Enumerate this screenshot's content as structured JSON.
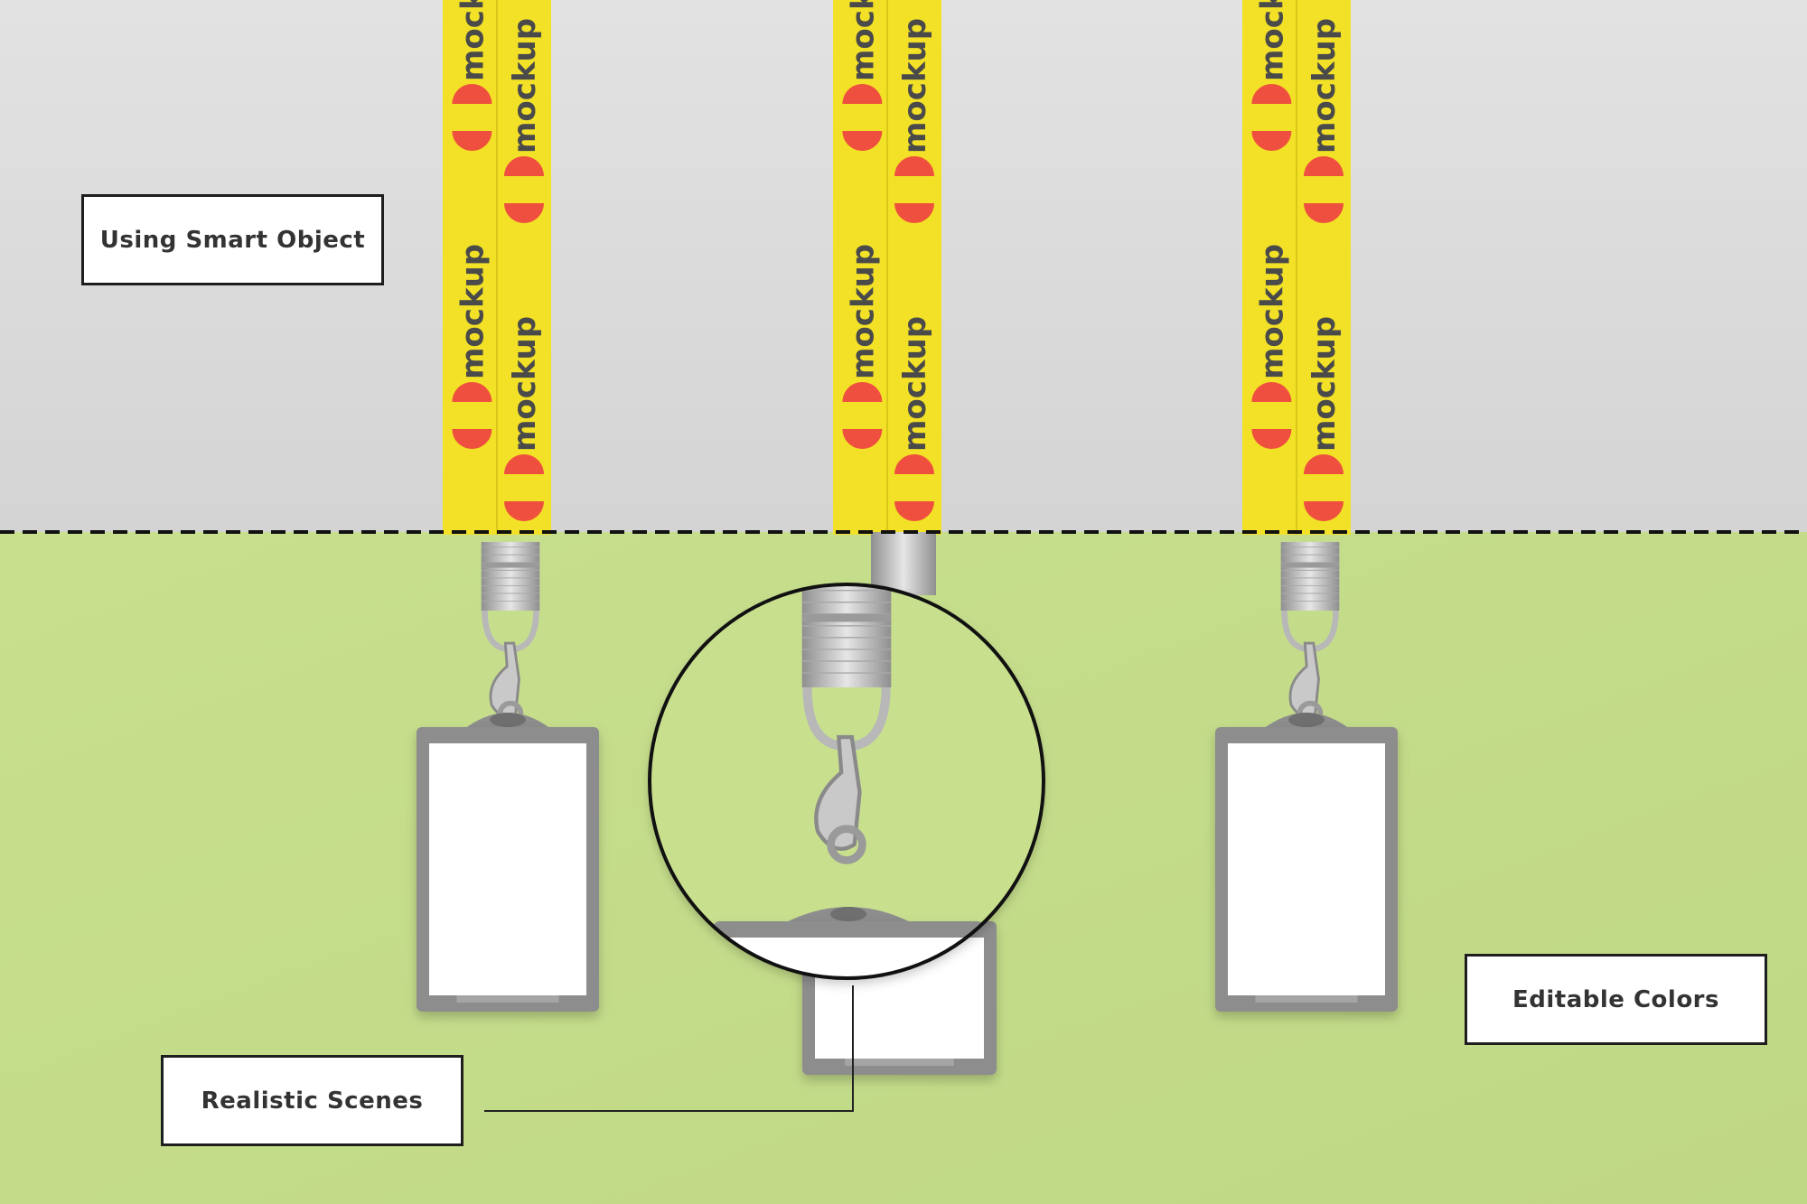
{
  "labels": {
    "smart_object": "Using Smart Object",
    "realistic_scenes": "Realistic Scenes",
    "editable_colors": "Editable Colors"
  },
  "lanyard": {
    "print_text": "mockup",
    "strap_color": "#f2e126",
    "logo_color": "#ef4f3e"
  },
  "colors": {
    "top_background": "#dddddd",
    "bottom_background": "#c6de8c",
    "holder_frame": "#8d8d8d",
    "card_insert": "#ffffff"
  }
}
